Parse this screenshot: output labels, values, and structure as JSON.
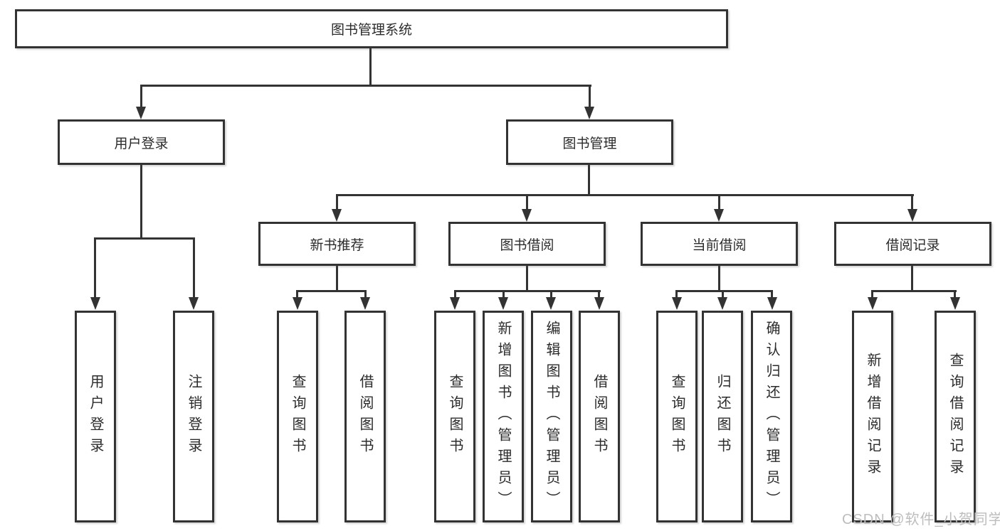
{
  "nodes": {
    "root": "图书管理系统",
    "level2": [
      "用户登录",
      "图书管理"
    ],
    "level3": [
      "新书推荐",
      "图书借阅",
      "当前借阅",
      "借阅记录"
    ],
    "leaves_user_login": [
      "用户登录",
      "注销登录"
    ],
    "leaves_new_book": [
      "查询图书",
      "借阅图书"
    ],
    "leaves_book_borrow": [
      "查询图书",
      "新增图书（管理员）",
      "编辑图书（管理员）",
      "借阅图书"
    ],
    "leaves_current_borrow": [
      "查询图书",
      "归还图书",
      "确认归还（管理员）"
    ],
    "leaves_borrow_record": [
      "新增借阅记录",
      "查询借阅记录"
    ]
  },
  "watermark": {
    "text": "CSDN @软件_小贺同学"
  },
  "colors": {
    "line": "#333333",
    "box_border": "#333333",
    "box_fill": "#ffffff",
    "text": "#2b2b2b",
    "watermark": "#bdbdbd",
    "background": "#ffffff"
  }
}
